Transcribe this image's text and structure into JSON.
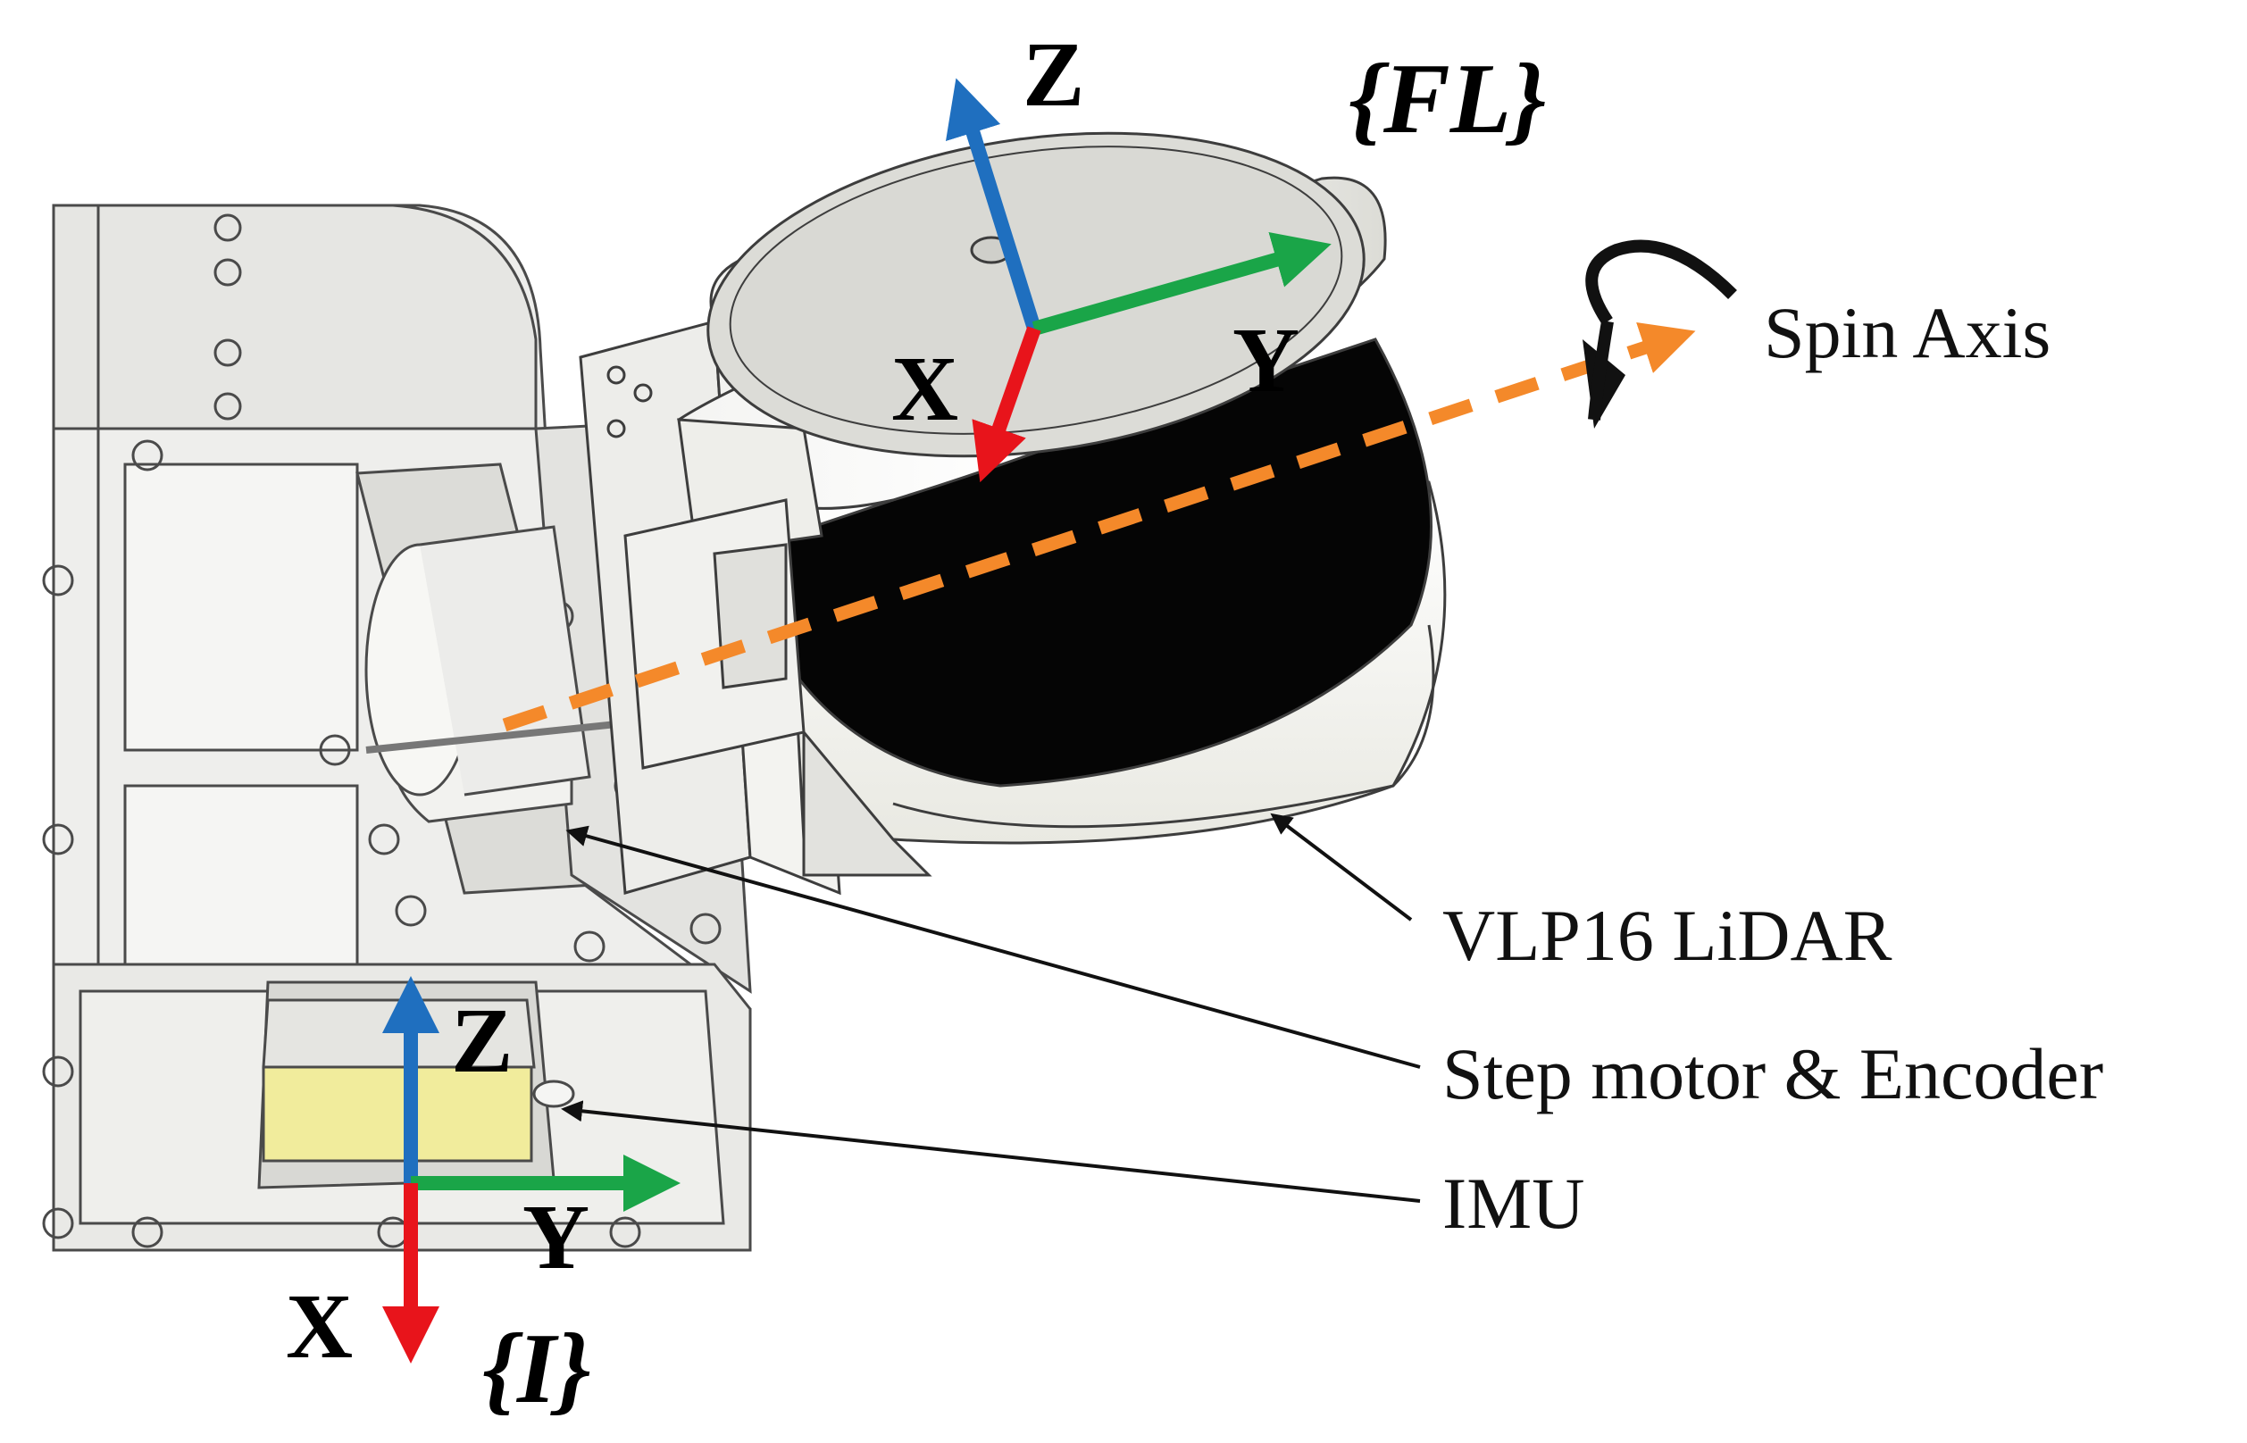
{
  "frames": {
    "lidar": {
      "name": "{FL}",
      "axis_z": "Z",
      "axis_y": "Y",
      "axis_x": "X"
    },
    "imu": {
      "name": "{I}",
      "axis_z": "Z",
      "axis_y": "Y",
      "axis_x": "X"
    }
  },
  "labels": {
    "spin_axis": "Spin Axis",
    "lidar": "VLP16 LiDAR",
    "motor": "Step motor & Encoder",
    "imu": "IMU"
  },
  "colors": {
    "z_axis": "#1f6fbf",
    "y_axis": "#1aa548",
    "x_axis": "#e8141b",
    "spin_axis": "#f4892a",
    "imu_block": "#f1ec9c"
  }
}
